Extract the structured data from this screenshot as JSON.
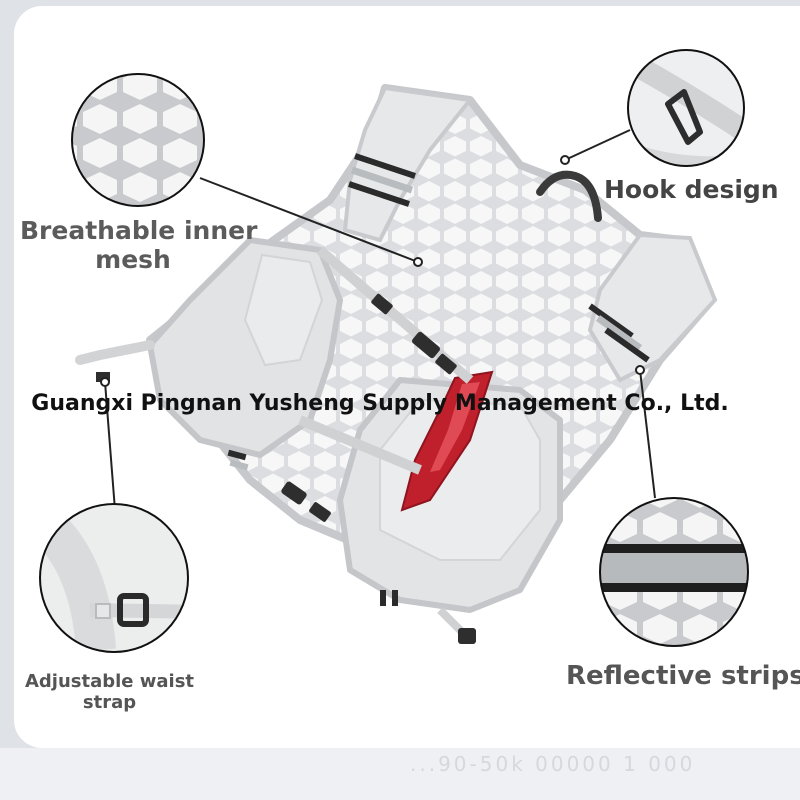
{
  "labels": {
    "breathable_line1": "Breathable inner",
    "breathable_line2": "mesh",
    "hook": "Hook design",
    "waist_line1": "Adjustable waist",
    "waist_line2": "strap",
    "reflective": "Reflective strips"
  },
  "watermark": "Guangxi Pingnan Yusheng Supply Management Co., Ltd.",
  "bottom_faded_text": "...90-50k 00000 1 000",
  "colors": {
    "background": "#dfe2e7",
    "card": "#ffffff",
    "vest_body": "#e4e5e7",
    "vest_edge": "#c9cbce",
    "reflective_dark": "#2b2b2b",
    "reflective_silver": "#b9bcbf",
    "red_accent": "#c0202c",
    "label_text": "#555555"
  },
  "icons": [
    "mesh-detail-circle",
    "hook-detail-circle",
    "waist-strap-detail-circle",
    "reflective-strip-detail-circle"
  ]
}
